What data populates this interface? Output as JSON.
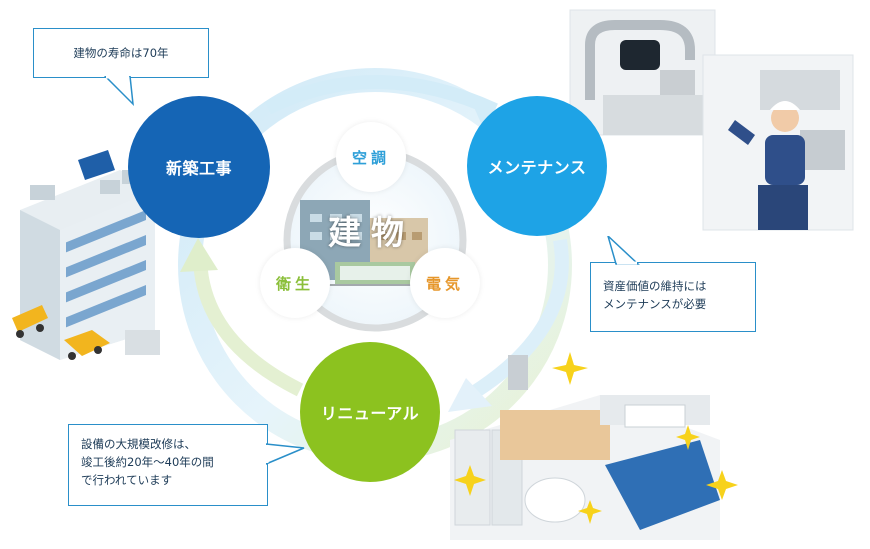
{
  "bubbles": {
    "lifespan": "建物の寿命は70年",
    "maintenance_line1": "資産価値の維持には",
    "maintenance_line2": "メンテナンスが必要",
    "renewal_line1": "設備の大規模改修は、",
    "renewal_line2": "竣工後約20年〜40年の間",
    "renewal_line3": "で行われています"
  },
  "nodes": {
    "construction": "新築工事",
    "maintenance": "メンテナンス",
    "renewal": "リニューアル"
  },
  "center": {
    "title": "建物",
    "hvac": "空調",
    "sanitation": "衛生",
    "electrical": "電気"
  },
  "colors": {
    "construction": "#1565b5",
    "maintenance": "#1ea3e6",
    "renewal": "#8cc21f",
    "hvac_text": "#2e9fd8",
    "sanitation_text": "#8bbf3a",
    "electrical_text": "#e6972b",
    "bubble_border": "#2a8fc9"
  }
}
